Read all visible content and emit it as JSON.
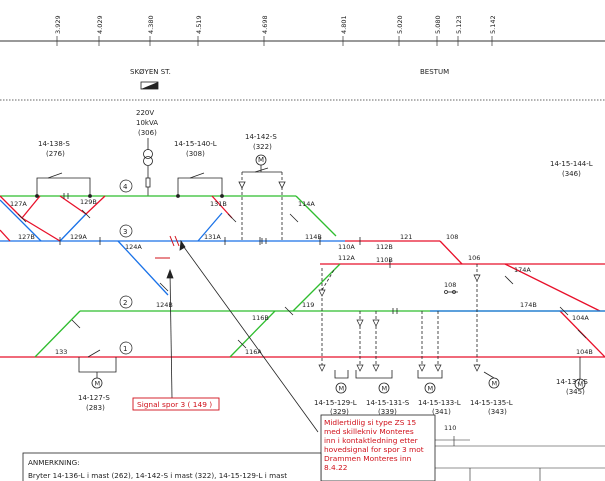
{
  "km_marks": [
    "3.929",
    "4.029",
    "4.380",
    "4.519",
    "4.698",
    "4.801",
    "5.020",
    "5.080",
    "5.123",
    "5.142"
  ],
  "stations": {
    "left": "SKØYEN ST.",
    "right": "BESTUM"
  },
  "transformer": {
    "voltage": "220V",
    "power": "10kVA",
    "id": "(306)"
  },
  "track_numbers": [
    "4",
    "3",
    "2",
    "1"
  ],
  "section_labels": {
    "s127A": "127A",
    "s129B": "129B",
    "s131B": "131B",
    "s114A": "114A",
    "s127B": "127B",
    "s129A": "129A",
    "s124A": "124A",
    "s131A": "131A",
    "s114B": "114B",
    "s110A": "110A",
    "s112B": "112B",
    "s121": "121",
    "s108": "108",
    "s112A": "112A",
    "s110B": "110B",
    "s106": "106",
    "s174A": "174A",
    "s124B": "124B",
    "s116B": "116B",
    "s119": "119",
    "s174B": "174B",
    "s104A": "104A",
    "s133": "133",
    "s116A": "116A",
    "s104B": "104B",
    "s110": "110"
  },
  "switches": {
    "sw138": {
      "name": "14-138-S",
      "id": "(276)"
    },
    "sw140": {
      "name": "14-15-140-L",
      "id": "(308)"
    },
    "sw142": {
      "name": "14-142-S",
      "id": "(322)"
    },
    "sw144": {
      "name": "14-15-144-L",
      "id": "(346)"
    },
    "sw127": {
      "name": "14-127-S",
      "id": "(283)"
    },
    "sw129": {
      "name": "14-15-129-L",
      "id": "(329)"
    },
    "sw131": {
      "name": "14-15-131-S",
      "id": "(339)"
    },
    "sw133": {
      "name": "14-15-133-L",
      "id": "(341)"
    },
    "sw135": {
      "name": "14-15-135-L",
      "id": "(343)"
    },
    "sw137": {
      "name": "14-137-S",
      "id": "(345)"
    }
  },
  "device_108": "108",
  "motor_letter": "M",
  "callout_signal": "Signal spor 3 ( 149 )",
  "callout_note": [
    "Midlertidlig si type ZS 15",
    "med skillekniv Monteres",
    "inn i kontaktledning etter",
    "hovedsignal for spor 3 mot",
    "Drammen Monteres inn",
    "8.4.22"
  ],
  "remarks": {
    "heading": "ANMERKNING:",
    "line1": "Bryter 14-136-L i mast (262), 14-142-S i mast (322), 14-15-129-L i mast"
  },
  "colors": {
    "track1": "#e8102a",
    "track2": "#2fbd2f",
    "track3": "#1a72e8",
    "track4": "#2fbd2f",
    "callout": "#d0101a"
  }
}
